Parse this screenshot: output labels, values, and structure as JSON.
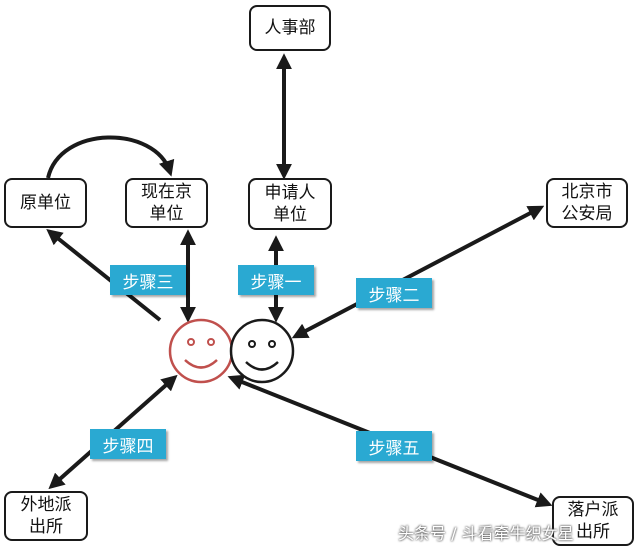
{
  "nodes": {
    "renshibu": "人事部",
    "yuandanwei": "原单位",
    "xianzaijing": "现在京\n单位",
    "shenqingren": "申请人\n单位",
    "beijing_gonganju": "北京市\n公安局",
    "waidi_paichusuo": "外地派\n出所",
    "luohu_paichusuo": "落户派\n出所"
  },
  "steps": {
    "step1": "步骤一",
    "step2": "步骤二",
    "step3": "步骤三",
    "step4": "步骤四",
    "step5": "步骤五"
  },
  "watermark": "头条号 / 斗看牵牛织女星",
  "colors": {
    "step_fill": "#2aa9d2",
    "arrow": "#1a1a1a",
    "face_red": "#c0504d",
    "face_black": "#1a1a1a"
  }
}
